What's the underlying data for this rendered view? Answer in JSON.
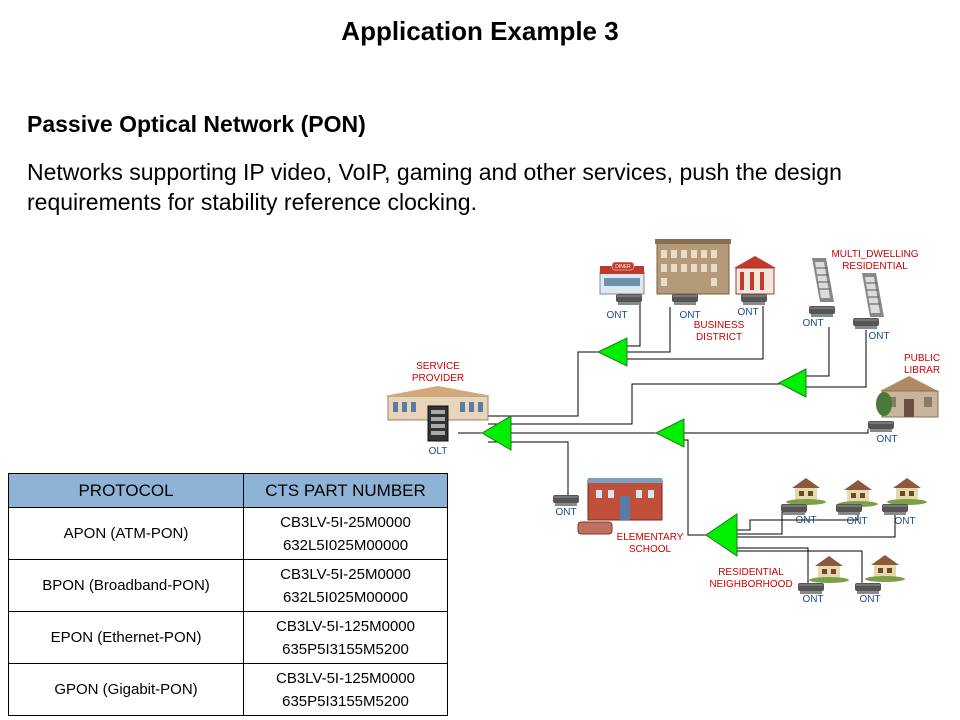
{
  "title": "Application Example 3",
  "subtitle": "Passive Optical Network (PON)",
  "body": "Networks supporting IP video, VoIP, gaming and other services, push the design requirements for stability  reference clocking.",
  "diagram": {
    "service_provider": [
      "SERVICE",
      "PROVIDER"
    ],
    "olt": "OLT",
    "business_district": [
      "BUSINESS",
      "DISTRICT"
    ],
    "multi_dwelling": [
      "MULTI_DWELLING",
      "RESIDENTIAL"
    ],
    "public_library": [
      "PUBLIC",
      "LIBRAR"
    ],
    "elementary_school": [
      "ELEMENTARY",
      "SCHOOL"
    ],
    "residential_neighborhood": [
      "RESIDENTIAL",
      "NEIGHBORHOOD"
    ],
    "ont": "ONT",
    "diner_sign": "DINER",
    "colors": {
      "splitter": "#00ee00",
      "label_red": "#cc0000",
      "label_blue": "#1a4e8a"
    }
  },
  "table": {
    "headers": [
      "PROTOCOL",
      "CTS PART NUMBER"
    ],
    "rows": [
      {
        "protocol": "APON (ATM-PON)",
        "parts": [
          "CB3LV-5I-25M0000",
          "632L5I025M00000"
        ]
      },
      {
        "protocol": "BPON (Broadband-PON)",
        "parts": [
          "CB3LV-5I-25M0000",
          "632L5I025M00000"
        ]
      },
      {
        "protocol": "EPON (Ethernet-PON)",
        "parts": [
          "CB3LV-5I-125M0000",
          "635P5I3155M5200"
        ]
      },
      {
        "protocol": "GPON (Gigabit-PON)",
        "parts": [
          "CB3LV-5I-125M0000",
          "635P5I3155M5200"
        ]
      }
    ],
    "header_color": "#8fb3d6"
  }
}
